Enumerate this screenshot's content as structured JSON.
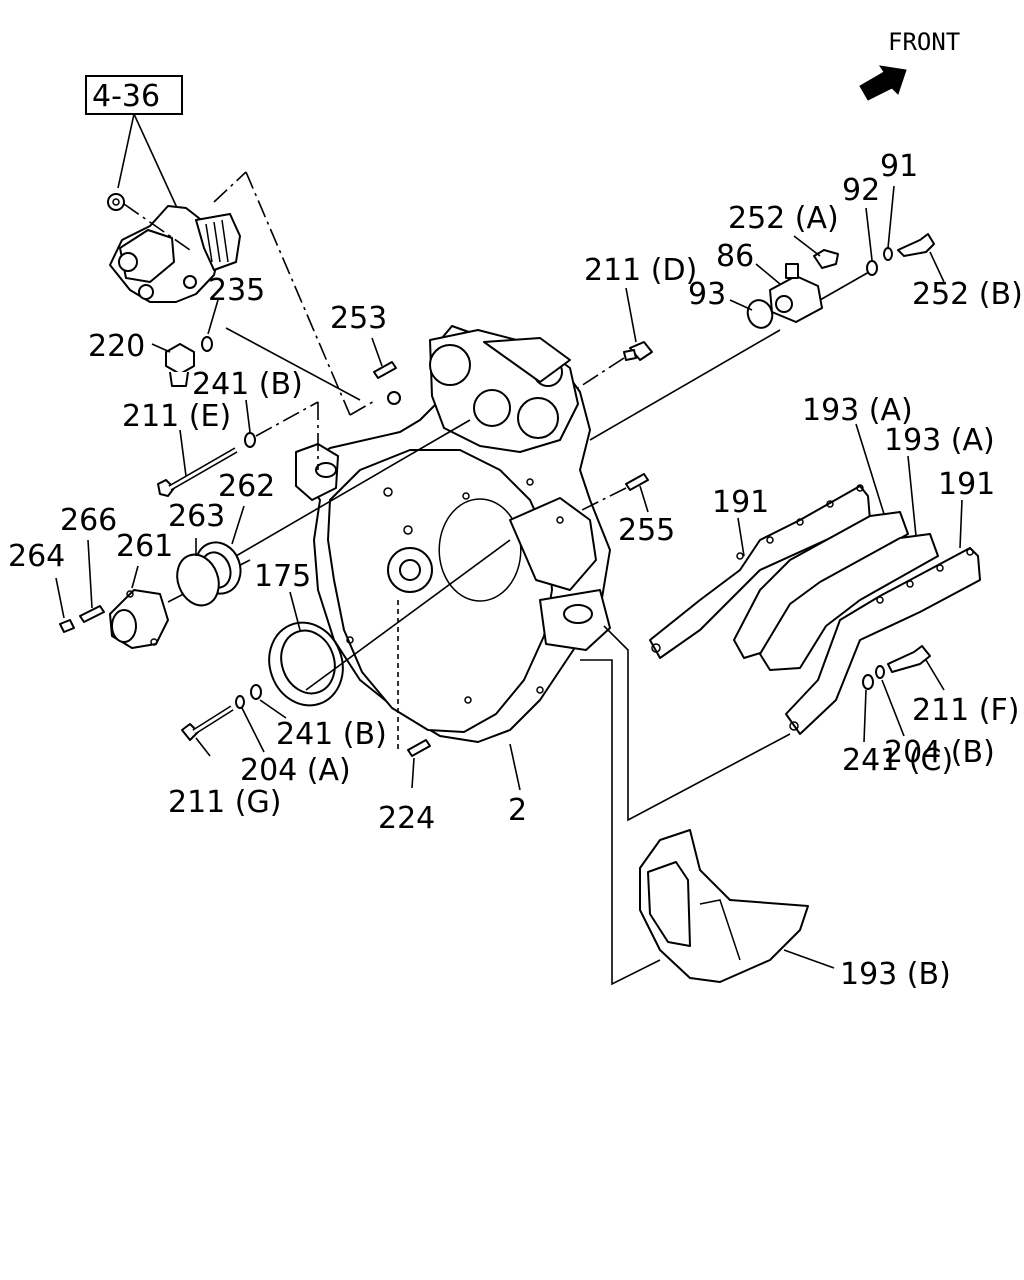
{
  "direction": {
    "label": "FRONT"
  },
  "reference_box": {
    "label": "4-36"
  },
  "callouts": [
    {
      "id": "c-2",
      "text": "2"
    },
    {
      "id": "c-86",
      "text": "86"
    },
    {
      "id": "c-91",
      "text": "91"
    },
    {
      "id": "c-92",
      "text": "92"
    },
    {
      "id": "c-93",
      "text": "93"
    },
    {
      "id": "c-175",
      "text": "175"
    },
    {
      "id": "c-191a",
      "text": "191"
    },
    {
      "id": "c-191b",
      "text": "191"
    },
    {
      "id": "c-193a1",
      "text": "193 (A)"
    },
    {
      "id": "c-193a2",
      "text": "193 (A)"
    },
    {
      "id": "c-193b",
      "text": "193 (B)"
    },
    {
      "id": "c-204a",
      "text": "204 (A)"
    },
    {
      "id": "c-204b",
      "text": "204 (B)"
    },
    {
      "id": "c-211d",
      "text": "211 (D)"
    },
    {
      "id": "c-211e",
      "text": "211 (E)"
    },
    {
      "id": "c-211f",
      "text": "211 (F)"
    },
    {
      "id": "c-211g",
      "text": "211 (G)"
    },
    {
      "id": "c-220",
      "text": "220"
    },
    {
      "id": "c-224",
      "text": "224"
    },
    {
      "id": "c-235",
      "text": "235"
    },
    {
      "id": "c-241b1",
      "text": "241 (B)"
    },
    {
      "id": "c-241b2",
      "text": "241 (B)"
    },
    {
      "id": "c-241c",
      "text": "241 (C)"
    },
    {
      "id": "c-252a",
      "text": "252 (A)"
    },
    {
      "id": "c-252b",
      "text": "252 (B)"
    },
    {
      "id": "c-253",
      "text": "253"
    },
    {
      "id": "c-255",
      "text": "255"
    },
    {
      "id": "c-261",
      "text": "261"
    },
    {
      "id": "c-262",
      "text": "262"
    },
    {
      "id": "c-263",
      "text": "263"
    },
    {
      "id": "c-264",
      "text": "264"
    },
    {
      "id": "c-266",
      "text": "266"
    }
  ]
}
